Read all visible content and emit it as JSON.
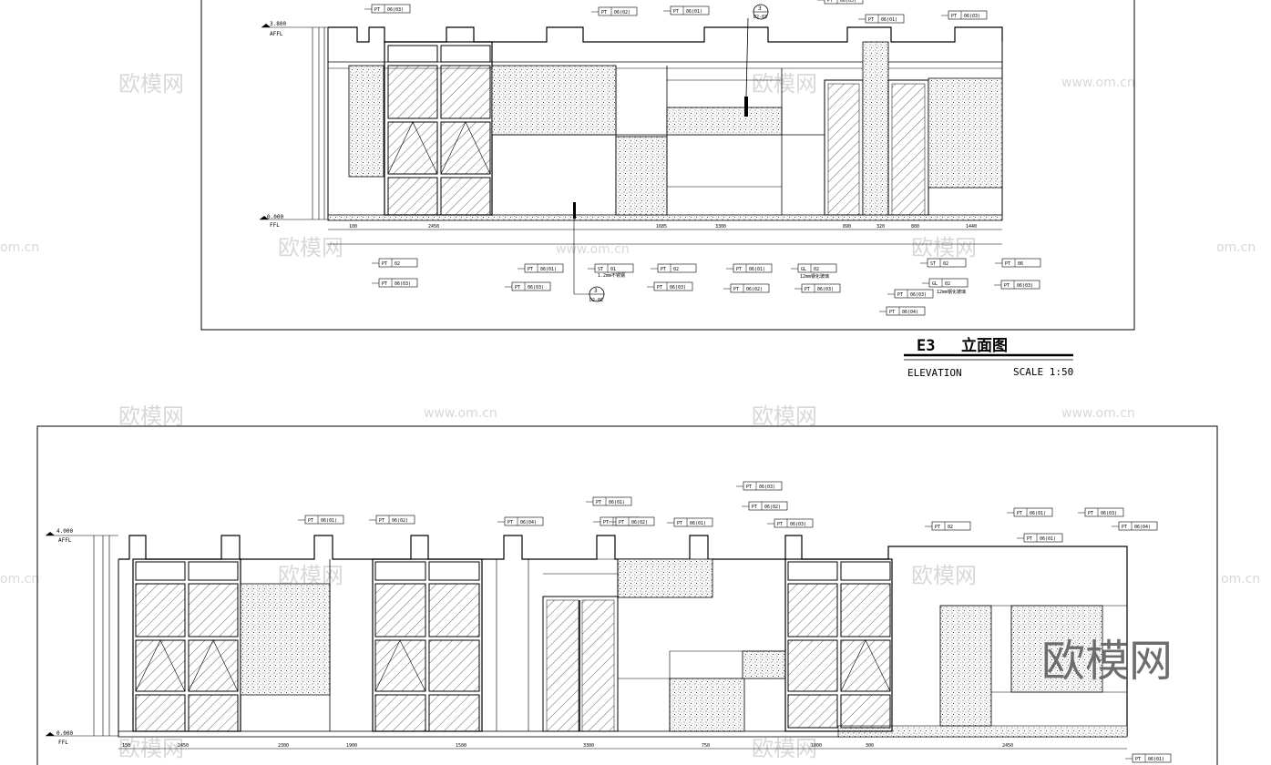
{
  "drawing_top": {
    "title_code": "E3",
    "title_cn": "立面图",
    "subtitle": "ELEVATION",
    "scale": "SCALE 1:50",
    "level_top": "3.800",
    "level_top_tag": "AFFL",
    "level_bottom": "0.000",
    "level_bottom_tag": "FFL",
    "section_mark_a": "3",
    "section_mark_a_ref": "D2-03",
    "section_mark_b": "3",
    "section_mark_b_ref": "D2-02",
    "dims_bottom": [
      "100",
      "2450",
      "1685",
      "3300",
      "890",
      "320",
      "800",
      "1440"
    ],
    "material_tags": [
      {
        "code": "PT",
        "spec": "06(03)"
      },
      {
        "code": "PT",
        "spec": "06(02)"
      },
      {
        "code": "PT",
        "spec": "06(01)"
      },
      {
        "code": "PT",
        "spec": "06(03)"
      },
      {
        "code": "PT",
        "spec": "06(01)"
      },
      {
        "code": "PT",
        "spec": "06(03)"
      },
      {
        "code": "PT",
        "spec": "02"
      },
      {
        "code": "PT",
        "spec": "06(03)"
      },
      {
        "code": "PT",
        "spec": "06(01)"
      },
      {
        "code": "PT",
        "spec": "06(03)"
      },
      {
        "code": "ST",
        "spec": "01"
      },
      {
        "code": "PT",
        "spec": "02"
      },
      {
        "code": "PT",
        "spec": "06(03)"
      },
      {
        "code": "PT",
        "spec": "06(01)"
      },
      {
        "code": "PT",
        "spec": "06(02)"
      },
      {
        "code": "GL",
        "spec": "02"
      },
      {
        "code": "PT",
        "spec": "06(03)"
      },
      {
        "code": "ST",
        "spec": "02"
      },
      {
        "code": "GL",
        "spec": "02"
      },
      {
        "code": "PT",
        "spec": "06(03)"
      },
      {
        "code": "PT",
        "spec": "06(04)"
      },
      {
        "code": "PT",
        "spec": "06"
      },
      {
        "code": "PT",
        "spec": "06(03)"
      }
    ],
    "notes": [
      "1.2mm不锈钢",
      "12mm钢化玻璃",
      "12mm钢化玻璃"
    ]
  },
  "drawing_bottom": {
    "level_top": "4.000",
    "level_top_tag": "AFFL",
    "level_bottom": "0.000",
    "level_bottom_tag": "FFL",
    "dims_bottom": [
      "150",
      "2450",
      "2300",
      "1900",
      "1500",
      "3300",
      "750",
      "1000",
      "300",
      "2450"
    ],
    "material_tags": [
      {
        "code": "PT",
        "spec": "06(01)"
      },
      {
        "code": "PT",
        "spec": "06(02)"
      },
      {
        "code": "PT",
        "spec": "06(04)"
      },
      {
        "code": "PT",
        "spec": "06(01)"
      },
      {
        "code": "PT",
        "spec": "06(02)"
      },
      {
        "code": "PT",
        "spec": "06(02)"
      },
      {
        "code": "PT",
        "spec": "06(03)"
      },
      {
        "code": "PT",
        "spec": "06(02)"
      },
      {
        "code": "PT",
        "spec": "06(01)"
      },
      {
        "code": "PT",
        "spec": "06(03)"
      },
      {
        "code": "PT",
        "spec": "02"
      },
      {
        "code": "PT",
        "spec": "06(01)"
      },
      {
        "code": "PT",
        "spec": "06(01)"
      },
      {
        "code": "PT",
        "spec": "06(03)"
      },
      {
        "code": "PT",
        "spec": "06(04)"
      },
      {
        "code": "PT",
        "spec": "06(01)"
      }
    ]
  },
  "watermarks": {
    "logo_cn": "欧模网",
    "site": "www.om.cn",
    "site_short": "om.cn"
  },
  "colors": {
    "line": "#000000",
    "watermark": "#d8d8d8",
    "watermark_big": "#6d6d6d"
  }
}
